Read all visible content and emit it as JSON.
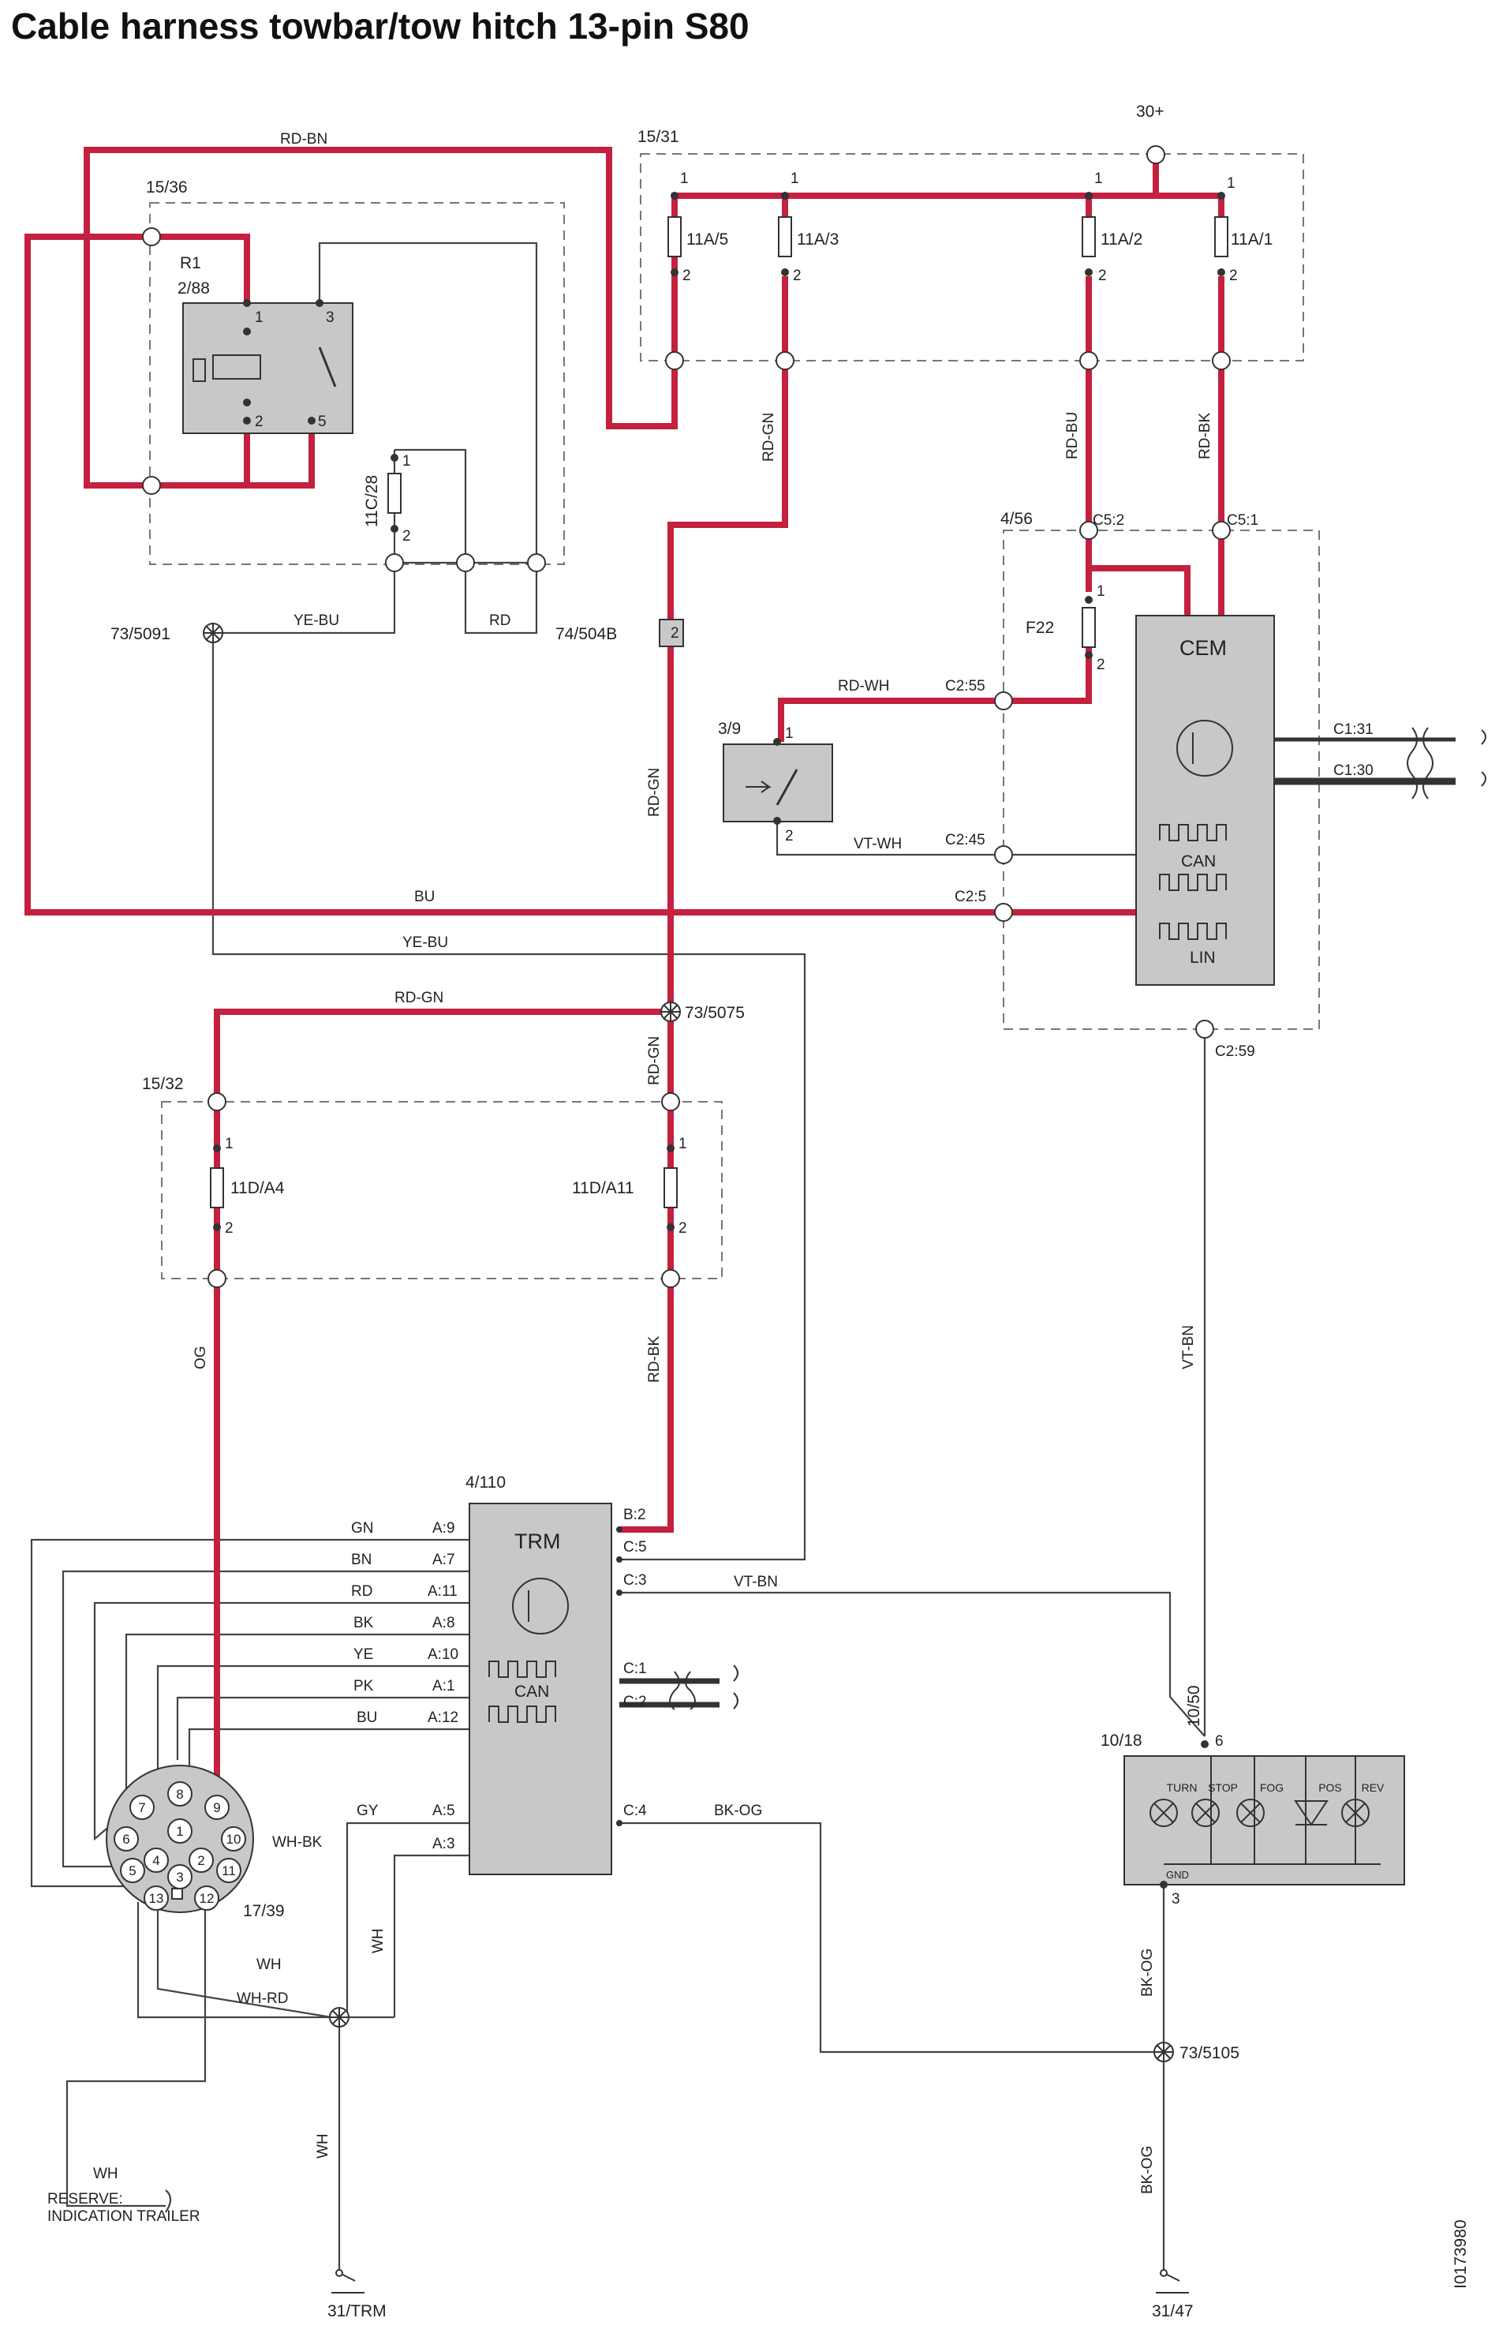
{
  "title": "Cable harness towbar/tow hitch 13-pin S80",
  "doc_id": "I0173980",
  "nodes": {
    "power": "30+",
    "fusebox_main": "15/31",
    "relay_box": "15/36",
    "relay_name": "R1",
    "relay_id": "2/88",
    "fuse_11c28": "11C/28",
    "fuse_11a5": "11A/5",
    "fuse_11a3": "11A/3",
    "fuse_11a2": "11A/2",
    "fuse_11a1": "11A/1",
    "cem_box": "4/56",
    "cem": "CEM",
    "f22": "F22",
    "switch": "3/9",
    "splice_5091": "73/5091",
    "conn_504b": "74/504B",
    "splice_5075": "73/5075",
    "fusebox_rear": "15/32",
    "fuse_11da4": "11D/A4",
    "fuse_11da11": "11D/A11",
    "trm_id": "4/110",
    "trm": "TRM",
    "socket": "17/39",
    "lamp_unit": "10/18",
    "lamp_conn": "10/50",
    "splice_5105": "73/5105",
    "gnd_trm": "31/TRM",
    "gnd_47": "31/47",
    "reserve_1": "RESERVE:",
    "reserve_2": "INDICATION TRAILER"
  },
  "wires": {
    "rd_bn": "RD-BN",
    "rd_gn": "RD-GN",
    "rd_bu": "RD-BU",
    "rd_bk": "RD-BK",
    "ye_bu": "YE-BU",
    "rd": "RD",
    "rd_wh": "RD-WH",
    "vt_wh": "VT-WH",
    "bu": "BU",
    "og": "OG",
    "vt_bn": "VT-BN",
    "gn": "GN",
    "bn": "BN",
    "bk": "BK",
    "ye": "YE",
    "pk": "PK",
    "gy": "GY",
    "wh_bk": "WH-BK",
    "wh": "WH",
    "wh_rd": "WH-RD",
    "bk_og": "BK-OG"
  },
  "pins": {
    "p1": "1",
    "p2": "2",
    "p3": "3",
    "p5": "5",
    "p6": "6",
    "c5_2": "C5:2",
    "c5_1": "C5:1",
    "c2_55": "C2:55",
    "c2_45": "C2:45",
    "c2_5": "C2:5",
    "c2_59": "C2:59",
    "c1_31": "C1:31",
    "c1_30": "C1:30",
    "can": "CAN",
    "lin": "LIN",
    "a9": "A:9",
    "a7": "A:7",
    "a11": "A:11",
    "a8": "A:8",
    "a10": "A:10",
    "a1": "A:1",
    "a12": "A:12",
    "a5": "A:5",
    "a3": "A:3",
    "b2": "B:2",
    "c5": "C:5",
    "c3": "C:3",
    "c1": "C:1",
    "c2": "C:2",
    "c4": "C:4",
    "gnd": "GND"
  },
  "lamps": [
    "TURN",
    "STOP",
    "FOG",
    "POS",
    "REV"
  ],
  "socket_pins": [
    "1",
    "2",
    "3",
    "4",
    "5",
    "6",
    "7",
    "8",
    "9",
    "10",
    "11",
    "12",
    "13"
  ],
  "colors": {
    "harness": "#c4203f",
    "wire": "#444444",
    "box": "#c8c8c8"
  }
}
